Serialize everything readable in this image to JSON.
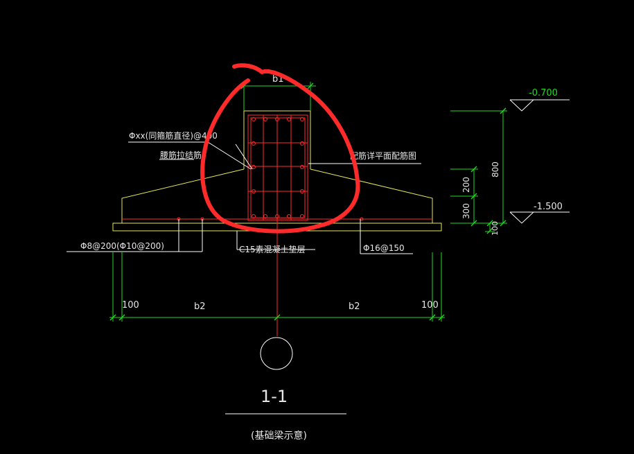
{
  "drawing": {
    "section_title": "1-1",
    "section_subtitle": "(基础梁示意)",
    "column_width_label": "b1",
    "annotations": {
      "stirrup": "Φxx(同箍筋直径)@400",
      "tie_bar": "腰筋拉结筋",
      "plan_ref": "配筋详平面配筋图",
      "bottom_left_bar": "Φ8@200(Φ10@200)",
      "cushion": "C15素混凝土垫层",
      "bottom_right_bar": "Φ16@150"
    },
    "dimensions": {
      "left_edge": "100",
      "left_half": "b2",
      "right_half": "b2",
      "right_edge": "100",
      "total_height": "800",
      "rib_height": "200",
      "slab_height": "300",
      "cushion_height": "100"
    },
    "elevations": {
      "top": "-0.700",
      "bottom": "-1.500"
    }
  },
  "colors": {
    "background": "#000000",
    "outline": "#e8e85a",
    "dimension": "#1fdc1f",
    "rebar": "#ff2a2a",
    "markup": "#ff2a2a",
    "text": "#e6e6e6"
  }
}
